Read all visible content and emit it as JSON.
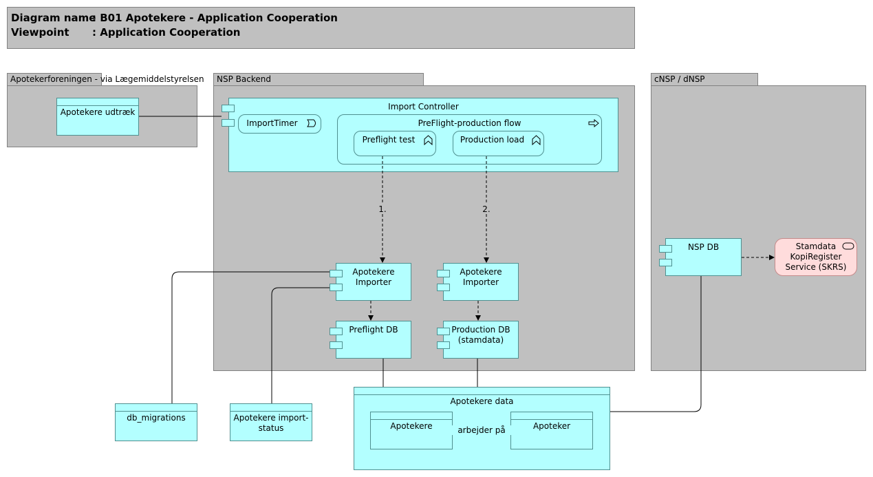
{
  "header": {
    "line1_label": "Diagram name",
    "line1_value": ": B01 Apotekere - Application Cooperation",
    "line2_label": "Viewpoint",
    "line2_value": ": Application Cooperation"
  },
  "groups": {
    "apotekerforeningen": "Apotekerforeningen  - via Lægemiddelstyrelsen",
    "nsp_backend": "NSP Backend",
    "cnsp": "cNSP / dNSP"
  },
  "elements": {
    "apotekere_udtraek": "Apotekere udtræk",
    "import_controller": "Import Controller",
    "import_timer": "ImportTimer",
    "preflight_flow": "PreFlight-production flow",
    "preflight_test": "Preflight test",
    "production_load": "Production load",
    "apotekere_importer_1a": "Apotekere",
    "apotekere_importer_1b": "Importer",
    "apotekere_importer_2a": "Apotekere",
    "apotekere_importer_2b": "Importer",
    "preflight_db": "Preflight DB",
    "production_db_a": "Production DB",
    "production_db_b": "(stamdata)",
    "nsp_db": "NSP DB",
    "skrs_a": "Stamdata",
    "skrs_b": "KopiRegister",
    "skrs_c": "Service (SKRS)",
    "db_migrations": "db_migrations",
    "import_status_a": "Apotekere import-",
    "import_status_b": "status",
    "apotekere_data": "Apotekere data",
    "apotekere": "Apotekere",
    "apoteker": "Apoteker"
  },
  "relations": {
    "flow1": "1.",
    "flow2": "2.",
    "arbejder_paa": "arbejder på"
  },
  "colors": {
    "application": "#b3ffff",
    "group": "#c0c0c0",
    "technology_service": "#ffdcdc"
  }
}
